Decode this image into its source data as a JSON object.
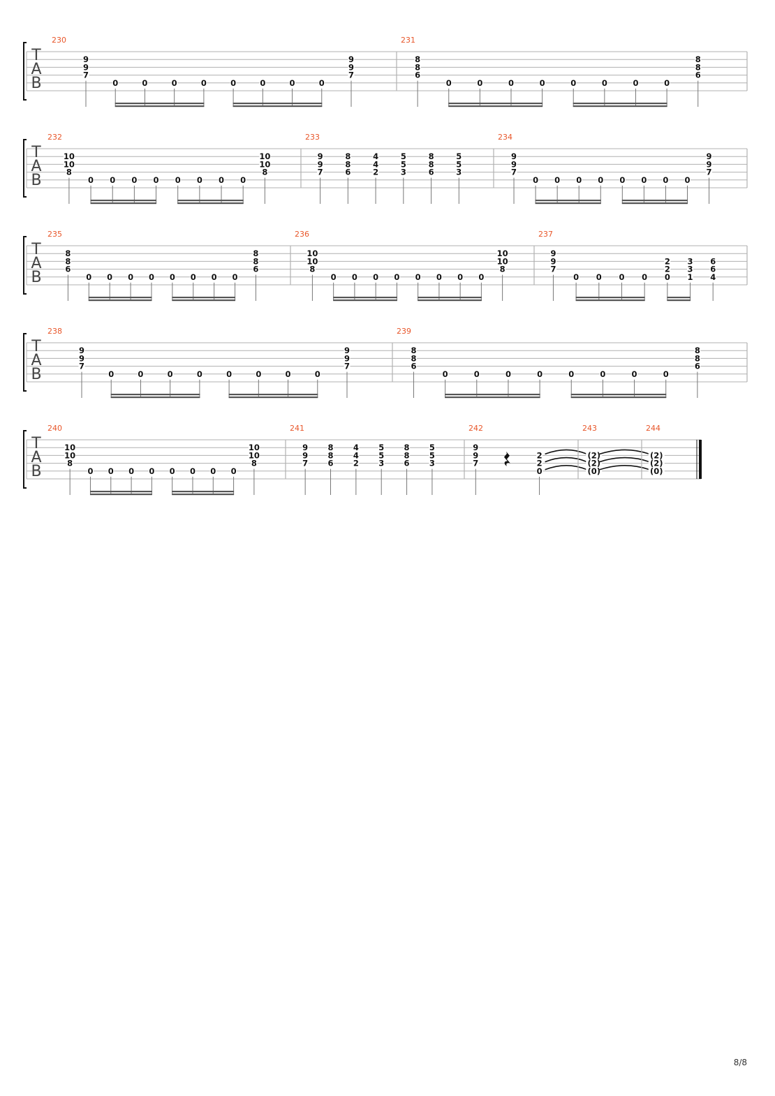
{
  "tab_letters": [
    "T",
    "A",
    "B"
  ],
  "footer": {
    "page_number": "8/8"
  },
  "colors": {
    "measure_number": "#e8562a",
    "line": "#b0b0b0",
    "ink": "#111111"
  },
  "systems": [
    {
      "measures": [
        {
          "number": "230",
          "events": [
            {
              "notes": {
                "2": "9",
                "3": "9",
                "4": "7"
              }
            },
            {
              "notes": {
                "5": "0"
              }
            },
            {
              "notes": {
                "5": "0"
              }
            },
            {
              "notes": {
                "5": "0"
              }
            },
            {
              "notes": {
                "5": "0"
              }
            },
            {
              "notes": {
                "5": "0"
              }
            },
            {
              "notes": {
                "5": "0"
              }
            },
            {
              "notes": {
                "5": "0"
              }
            },
            {
              "notes": {
                "5": "0"
              }
            },
            {
              "notes": {
                "2": "9",
                "3": "9",
                "4": "7"
              }
            }
          ],
          "beams": [
            [
              1,
              4
            ],
            [
              5,
              8
            ]
          ]
        },
        {
          "number": "231",
          "events": [
            {
              "notes": {
                "2": "8",
                "3": "8",
                "4": "6"
              }
            },
            {
              "notes": {
                "5": "0"
              }
            },
            {
              "notes": {
                "5": "0"
              }
            },
            {
              "notes": {
                "5": "0"
              }
            },
            {
              "notes": {
                "5": "0"
              }
            },
            {
              "notes": {
                "5": "0"
              }
            },
            {
              "notes": {
                "5": "0"
              }
            },
            {
              "notes": {
                "5": "0"
              }
            },
            {
              "notes": {
                "5": "0"
              }
            },
            {
              "notes": {
                "2": "8",
                "3": "8",
                "4": "6"
              }
            }
          ],
          "beams": [
            [
              1,
              4
            ],
            [
              5,
              8
            ]
          ]
        }
      ]
    },
    {
      "measures": [
        {
          "number": "232",
          "events": [
            {
              "notes": {
                "2": "10",
                "3": "10",
                "4": "8"
              }
            },
            {
              "notes": {
                "5": "0"
              }
            },
            {
              "notes": {
                "5": "0"
              }
            },
            {
              "notes": {
                "5": "0"
              }
            },
            {
              "notes": {
                "5": "0"
              }
            },
            {
              "notes": {
                "5": "0"
              }
            },
            {
              "notes": {
                "5": "0"
              }
            },
            {
              "notes": {
                "5": "0"
              }
            },
            {
              "notes": {
                "5": "0"
              }
            },
            {
              "notes": {
                "2": "10",
                "3": "10",
                "4": "8"
              }
            }
          ],
          "beams": [
            [
              1,
              4
            ],
            [
              5,
              8
            ]
          ]
        },
        {
          "number": "233",
          "events": [
            {
              "notes": {
                "2": "9",
                "3": "9",
                "4": "7"
              }
            },
            {
              "notes": {
                "2": "8",
                "3": "8",
                "4": "6"
              }
            },
            {
              "notes": {
                "2": "4",
                "3": "4",
                "4": "2"
              }
            },
            {
              "notes": {
                "2": "5",
                "3": "5",
                "4": "3"
              }
            },
            {
              "notes": {
                "2": "8",
                "3": "8",
                "4": "6"
              }
            },
            {
              "notes": {
                "2": "5",
                "3": "5",
                "4": "3"
              }
            }
          ],
          "beams": []
        },
        {
          "number": "234",
          "events": [
            {
              "notes": {
                "2": "9",
                "3": "9",
                "4": "7"
              }
            },
            {
              "notes": {
                "5": "0"
              }
            },
            {
              "notes": {
                "5": "0"
              }
            },
            {
              "notes": {
                "5": "0"
              }
            },
            {
              "notes": {
                "5": "0"
              }
            },
            {
              "notes": {
                "5": "0"
              }
            },
            {
              "notes": {
                "5": "0"
              }
            },
            {
              "notes": {
                "5": "0"
              }
            },
            {
              "notes": {
                "5": "0"
              }
            },
            {
              "notes": {
                "2": "9",
                "3": "9",
                "4": "7"
              }
            }
          ],
          "beams": [
            [
              1,
              4
            ],
            [
              5,
              8
            ]
          ]
        }
      ]
    },
    {
      "measures": [
        {
          "number": "235",
          "events": [
            {
              "notes": {
                "2": "8",
                "3": "8",
                "4": "6"
              }
            },
            {
              "notes": {
                "5": "0"
              }
            },
            {
              "notes": {
                "5": "0"
              }
            },
            {
              "notes": {
                "5": "0"
              }
            },
            {
              "notes": {
                "5": "0"
              }
            },
            {
              "notes": {
                "5": "0"
              }
            },
            {
              "notes": {
                "5": "0"
              }
            },
            {
              "notes": {
                "5": "0"
              }
            },
            {
              "notes": {
                "5": "0"
              }
            },
            {
              "notes": {
                "2": "8",
                "3": "8",
                "4": "6"
              }
            }
          ],
          "beams": [
            [
              1,
              4
            ],
            [
              5,
              8
            ]
          ]
        },
        {
          "number": "236",
          "events": [
            {
              "notes": {
                "2": "10",
                "3": "10",
                "4": "8"
              }
            },
            {
              "notes": {
                "5": "0"
              }
            },
            {
              "notes": {
                "5": "0"
              }
            },
            {
              "notes": {
                "5": "0"
              }
            },
            {
              "notes": {
                "5": "0"
              }
            },
            {
              "notes": {
                "5": "0"
              }
            },
            {
              "notes": {
                "5": "0"
              }
            },
            {
              "notes": {
                "5": "0"
              }
            },
            {
              "notes": {
                "5": "0"
              }
            },
            {
              "notes": {
                "2": "10",
                "3": "10",
                "4": "8"
              }
            }
          ],
          "beams": [
            [
              1,
              4
            ],
            [
              5,
              8
            ]
          ]
        },
        {
          "number": "237",
          "events": [
            {
              "notes": {
                "2": "9",
                "3": "9",
                "4": "7"
              }
            },
            {
              "notes": {
                "5": "0"
              }
            },
            {
              "notes": {
                "5": "0"
              }
            },
            {
              "notes": {
                "5": "0"
              }
            },
            {
              "notes": {
                "5": "0"
              }
            },
            {
              "notes": {
                "3": "2",
                "4": "2",
                "5": "0"
              }
            },
            {
              "notes": {
                "3": "3",
                "4": "3",
                "5": "1"
              }
            },
            {
              "notes": {
                "3": "6",
                "4": "6",
                "5": "4"
              }
            }
          ],
          "beams": [
            [
              1,
              4
            ],
            [
              5,
              6
            ]
          ]
        }
      ]
    },
    {
      "measures": [
        {
          "number": "238",
          "events": [
            {
              "notes": {
                "2": "9",
                "3": "9",
                "4": "7"
              }
            },
            {
              "notes": {
                "5": "0"
              }
            },
            {
              "notes": {
                "5": "0"
              }
            },
            {
              "notes": {
                "5": "0"
              }
            },
            {
              "notes": {
                "5": "0"
              }
            },
            {
              "notes": {
                "5": "0"
              }
            },
            {
              "notes": {
                "5": "0"
              }
            },
            {
              "notes": {
                "5": "0"
              }
            },
            {
              "notes": {
                "5": "0"
              }
            },
            {
              "notes": {
                "2": "9",
                "3": "9",
                "4": "7"
              }
            }
          ],
          "beams": [
            [
              1,
              4
            ],
            [
              5,
              8
            ]
          ]
        },
        {
          "number": "239",
          "events": [
            {
              "notes": {
                "2": "8",
                "3": "8",
                "4": "6"
              }
            },
            {
              "notes": {
                "5": "0"
              }
            },
            {
              "notes": {
                "5": "0"
              }
            },
            {
              "notes": {
                "5": "0"
              }
            },
            {
              "notes": {
                "5": "0"
              }
            },
            {
              "notes": {
                "5": "0"
              }
            },
            {
              "notes": {
                "5": "0"
              }
            },
            {
              "notes": {
                "5": "0"
              }
            },
            {
              "notes": {
                "5": "0"
              }
            },
            {
              "notes": {
                "2": "8",
                "3": "8",
                "4": "6"
              }
            }
          ],
          "beams": [
            [
              1,
              4
            ],
            [
              5,
              8
            ]
          ]
        }
      ]
    },
    {
      "measures": [
        {
          "number": "240",
          "events": [
            {
              "notes": {
                "2": "10",
                "3": "10",
                "4": "8"
              }
            },
            {
              "notes": {
                "5": "0"
              }
            },
            {
              "notes": {
                "5": "0"
              }
            },
            {
              "notes": {
                "5": "0"
              }
            },
            {
              "notes": {
                "5": "0"
              }
            },
            {
              "notes": {
                "5": "0"
              }
            },
            {
              "notes": {
                "5": "0"
              }
            },
            {
              "notes": {
                "5": "0"
              }
            },
            {
              "notes": {
                "5": "0"
              }
            },
            {
              "notes": {
                "2": "10",
                "3": "10",
                "4": "8"
              }
            }
          ],
          "beams": [
            [
              1,
              4
            ],
            [
              5,
              8
            ]
          ]
        },
        {
          "number": "241",
          "events": [
            {
              "notes": {
                "2": "9",
                "3": "9",
                "4": "7"
              }
            },
            {
              "notes": {
                "2": "8",
                "3": "8",
                "4": "6"
              }
            },
            {
              "notes": {
                "2": "4",
                "3": "4",
                "4": "2"
              }
            },
            {
              "notes": {
                "2": "5",
                "3": "5",
                "4": "3"
              }
            },
            {
              "notes": {
                "2": "8",
                "3": "8",
                "4": "6"
              }
            },
            {
              "notes": {
                "2": "5",
                "3": "5",
                "4": "3"
              }
            }
          ],
          "beams": []
        },
        {
          "number": "242",
          "events": [
            {
              "notes": {
                "2": "9",
                "3": "9",
                "4": "7"
              }
            },
            {
              "rest": true
            },
            {
              "notes": {
                "3": "2",
                "4": "2",
                "5": "0"
              },
              "tie_out": true
            }
          ],
          "beams": []
        },
        {
          "number": "243",
          "events": [
            {
              "notes": {
                "3": "(2)",
                "4": "(2)",
                "5": "(0)"
              },
              "tie_out": true,
              "stemless": true
            }
          ],
          "beams": []
        },
        {
          "number": "244",
          "events": [
            {
              "notes": {
                "3": "(2)",
                "4": "(2)",
                "5": "(0)"
              },
              "stemless": true
            }
          ],
          "beams": [],
          "final_barline": true
        }
      ]
    }
  ]
}
